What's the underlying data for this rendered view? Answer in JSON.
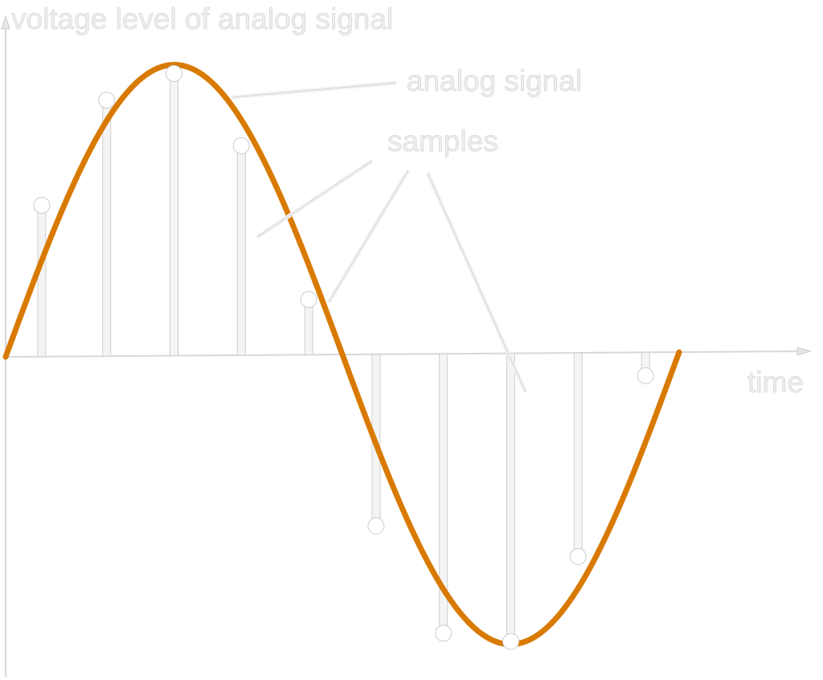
{
  "labels": {
    "y_axis": "voltage level of analog signal",
    "x_axis": "time",
    "signal": "analog signal",
    "samples": "samples"
  },
  "colors": {
    "signal": "#d97a00",
    "axis": "#d8d8d8",
    "stem": "#f4f4f4",
    "stem_outline": "#d0d0d0",
    "marker_fill": "#ffffff",
    "marker_outline": "#cccccc",
    "text": "#eeeeee"
  },
  "samples": [
    0.52,
    0.88,
    0.97,
    0.72,
    0.19,
    -0.59,
    -0.96,
    -0.99,
    -0.7,
    -0.08
  ]
}
